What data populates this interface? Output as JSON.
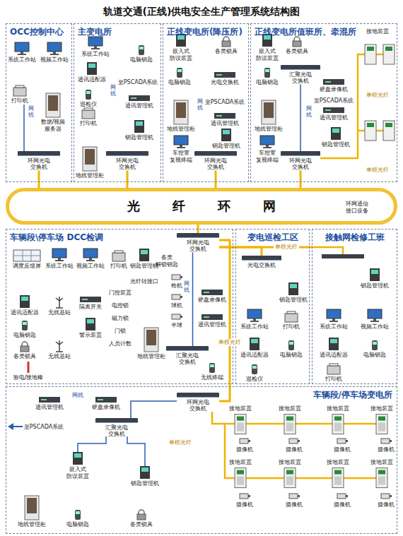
{
  "diagram": {
    "title": "轨道交通(正线)供电安全生产管理系统结构图",
    "nodes": [
      {
        "text": [
          "OCC控制中心"
        ]
      },
      {
        "text": [
          "主变电所"
        ]
      },
      {
        "text": [
          "正线变电所(降压所)"
        ]
      },
      {
        "text": [
          "正线变电所值班所、牵混所"
        ]
      },
      {
        "text": [
          "光 纤 环 网"
        ]
      },
      {
        "text": [
          "车辆段\\停车场 DCC检调"
        ]
      },
      {
        "text": [
          "变电巡检工区"
        ]
      },
      {
        "text": [
          "接触网检修工班"
        ]
      },
      {
        "text": [
          "车辆段/停车场变电所"
        ]
      },
      {
        "text": [
          "环网光电 交换机"
        ],
        "in": 0
      },
      {
        "text": [
          "环网光电 交换机"
        ],
        "in": 1
      },
      {
        "text": [
          "环网光电 交换机"
        ],
        "in": 2
      },
      {
        "text": [
          "环网光电 交换机"
        ],
        "in": 3
      },
      {
        "text": [
          "汇聚光电 交换机"
        ],
        "in": 3
      },
      {
        "text": [
          "环网光电 交换机"
        ],
        "in": 5
      },
      {
        "text": [
          "汇聚光电 交换机"
        ],
        "in": 5
      },
      {
        "text": [
          "光电交换机"
        ],
        "in": 6
      },
      {
        "text": [
          "环网光电 交换机"
        ],
        "in": 8
      },
      {
        "text": [
          "汇聚光电 交换机"
        ],
        "in": 8
      }
    ],
    "edges": [
      {
        "from": 9,
        "to": 4,
        "arrow": "none"
      },
      {
        "from": 10,
        "to": 4,
        "arrow": "none"
      },
      {
        "from": 11,
        "to": 4,
        "arrow": "none"
      },
      {
        "from": 12,
        "to": 4,
        "arrow": "none"
      },
      {
        "from": 13,
        "to": 12,
        "arrow": "none"
      },
      {
        "from": 14,
        "to": 4,
        "arrow": "none"
      },
      {
        "from": 15,
        "to": 14,
        "arrow": "none"
      },
      {
        "from": 14,
        "to": 16,
        "arrow": "none"
      },
      {
        "from": 14,
        "to": 7,
        "label": "单模光纤",
        "arrow": "none"
      },
      {
        "from": 14,
        "to": 17,
        "label": "单模光纤",
        "arrow": "none"
      },
      {
        "from": 18,
        "to": 17,
        "arrow": "none"
      }
    ],
    "labels": [
      "系统工作站",
      "视频工作站",
      "打印机",
      "数据/视频 服务器",
      "网线",
      "系统工作站",
      "电脑钥匙",
      "通讯适配器",
      "巡检仪",
      "打印机",
      "地线管理柜",
      "至PSCADA系统",
      "通讯管理机",
      "钥匙管理机",
      "网线",
      "嵌入式 防误装置",
      "各类锁具",
      "电脑钥匙",
      "光电交换机",
      "至PSCADA系统",
      "地线管理柜",
      "通讯管理机",
      "钥匙管理机",
      "车控室 复视终端",
      "网线",
      "嵌入式 防误装置",
      "各类锁具",
      "接地装置",
      "电脑钥匙",
      "硬盘录像机",
      "网线",
      "至PSCADA系统",
      "通讯管理机",
      "钥匙管理机",
      "地线管理柜",
      "车控室 复视终端",
      "单模光纤",
      "单模光纤",
      "环网通信 接口设备",
      "调度反馈屏",
      "系统工作站",
      "视频工作站",
      "打印机",
      "钥匙管理机",
      "各类 解锁钥匙",
      "光纤转接口",
      "通讯适配器",
      "无线基站",
      "电脑钥匙",
      "无线基站",
      "各类锁具",
      "验电/接地棒",
      "隔离开关",
      "警示装置",
      "门控装置",
      "电控锁",
      "磁力锁",
      "门锁",
      "人员计数",
      "地线管理柜",
      "枪机",
      "球机",
      "半球",
      "网线",
      "硬盘录像机",
      "通讯管理机",
      "无线终端",
      "钥匙管理机",
      "系统工作站",
      "打印机",
      "通讯适配器",
      "电脑钥匙",
      "巡检仪",
      "钥匙管理机",
      "系统工作站",
      "视频工作站",
      "通讯适配器",
      "电脑钥匙",
      "打印机",
      "网线",
      "通讯管理机",
      "硬盘录像机",
      "至PSCADA系统",
      "嵌入式 防误装置",
      "钥匙管理机",
      "单模光纤",
      "地线管理柜",
      "电脑钥匙",
      "各类锁具",
      "接地装置",
      "接地装置",
      "接地装置",
      "接地装置",
      "摄像机",
      "摄像机",
      "摄像机",
      "摄像机",
      "接地装置",
      "接地装置",
      "接地装置",
      "接地装置",
      "摄像机",
      "摄像机",
      "摄像机",
      "摄像机"
    ]
  }
}
